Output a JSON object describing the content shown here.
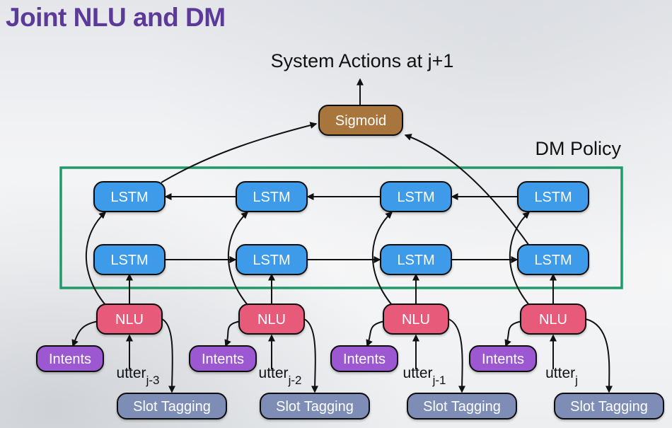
{
  "slide": {
    "title": "Joint NLU and DM"
  },
  "diagram": {
    "output_label": "System Actions at j+1",
    "policy_label": "DM Policy",
    "sigmoid_label": "Sigmoid",
    "lstm_label": "LSTM",
    "nlu_label": "NLU",
    "intents_label": "Intents",
    "slot_label": "Slot Tagging",
    "utterances": [
      {
        "base": "utter",
        "sub": "j-3"
      },
      {
        "base": "utter",
        "sub": "j-2"
      },
      {
        "base": "utter",
        "sub": "j-1"
      },
      {
        "base": "utter",
        "sub": "j"
      }
    ]
  },
  "colors": {
    "title": "#5b3a9a",
    "lstm": "#3d9be9",
    "nlu": "#e85a7a",
    "intents": "#9b59d0",
    "slot": "#7d8db5",
    "sigmoid": "#a8763e",
    "policy": "#1f9a6a"
  }
}
